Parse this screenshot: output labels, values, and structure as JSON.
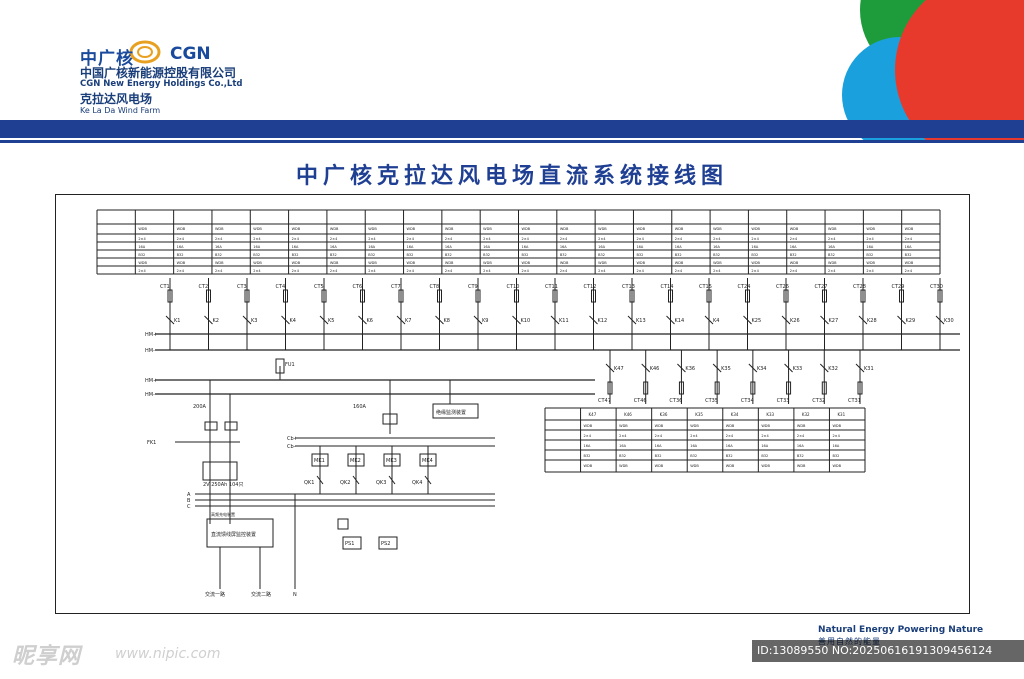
{
  "header": {
    "brand_cn": "中广核",
    "brand_en": "CGN",
    "company_cn": "中国广核新能源控股有限公司",
    "company_en": "CGN New Energy Holdings Co.,Ltd",
    "plant_cn": "克拉达风电场",
    "plant_en": "Ke La Da Wind Farm"
  },
  "title": "中广核克拉达风电场直流系统接线图",
  "colors": {
    "brand_blue": "#1f3f93",
    "circle_red": "#e83a2c",
    "circle_blue": "#1aa0dc",
    "circle_green": "#1e9c3c",
    "line": "#222222"
  },
  "diagram": {
    "ct_labels": [
      "CT1",
      "CT2",
      "CT3",
      "CT4",
      "CT5",
      "CT6",
      "CT7",
      "CT8",
      "CT9",
      "CT10",
      "CT11",
      "CT12",
      "CT13",
      "CT14",
      "CT15",
      "CT24",
      "CT26",
      "CT27",
      "CT28",
      "CT29",
      "CT30"
    ],
    "k_labels": [
      "K1",
      "K2",
      "K3",
      "K4",
      "K5",
      "K6",
      "K7",
      "K8",
      "K9",
      "K10",
      "K11",
      "K12",
      "K13",
      "K14",
      "K4",
      "K25",
      "K26",
      "K27",
      "K28",
      "K29",
      "K30"
    ],
    "k_lower": [
      "K47",
      "K46",
      "K36",
      "K35",
      "K34",
      "K33",
      "K32",
      "K31"
    ],
    "ct_lower": [
      "CT47",
      "CT46",
      "CT36",
      "CT35",
      "CT34",
      "CT33",
      "CT32",
      "CT31"
    ],
    "bus_labels": [
      "HM+",
      "HM-",
      "HM+",
      "HM-"
    ],
    "table_cells": [
      "WDB",
      "2×4",
      "16A",
      "B32"
    ],
    "lower_table_cells": [
      "K47",
      "K46",
      "K36",
      "K35",
      "K34",
      "K33",
      "K32",
      "K31"
    ],
    "fu_label": "FU1",
    "labels": {
      "dk1": "200A",
      "dk2": "160A",
      "charger_box": "高频充电装置",
      "monitor_box": "绝缘监测装置",
      "battery": "2V 250Ah 104只",
      "inverter": "直流馈线屏监控装置",
      "ac1": "交流一路",
      "ac2": "交流二路",
      "ps1": "PS1",
      "ps2": "PS2",
      "fk": "FK1",
      "mk": [
        "MK1",
        "MK2",
        "MK3",
        "MK4"
      ],
      "qk": [
        "QK1",
        "QK2",
        "QK3",
        "QK4"
      ],
      "cb": [
        "Cb+",
        "Cb-"
      ],
      "n": "N",
      "abc": [
        "A",
        "B",
        "C"
      ]
    }
  },
  "footer": {
    "slogan_en": "Natural Energy Powering Nature",
    "slogan_cn": "善用自然的能量",
    "watermark": "昵享网",
    "watermark_url": "www.nipic.com",
    "id_text": "ID:13089550 NO:20250616191309456124"
  }
}
